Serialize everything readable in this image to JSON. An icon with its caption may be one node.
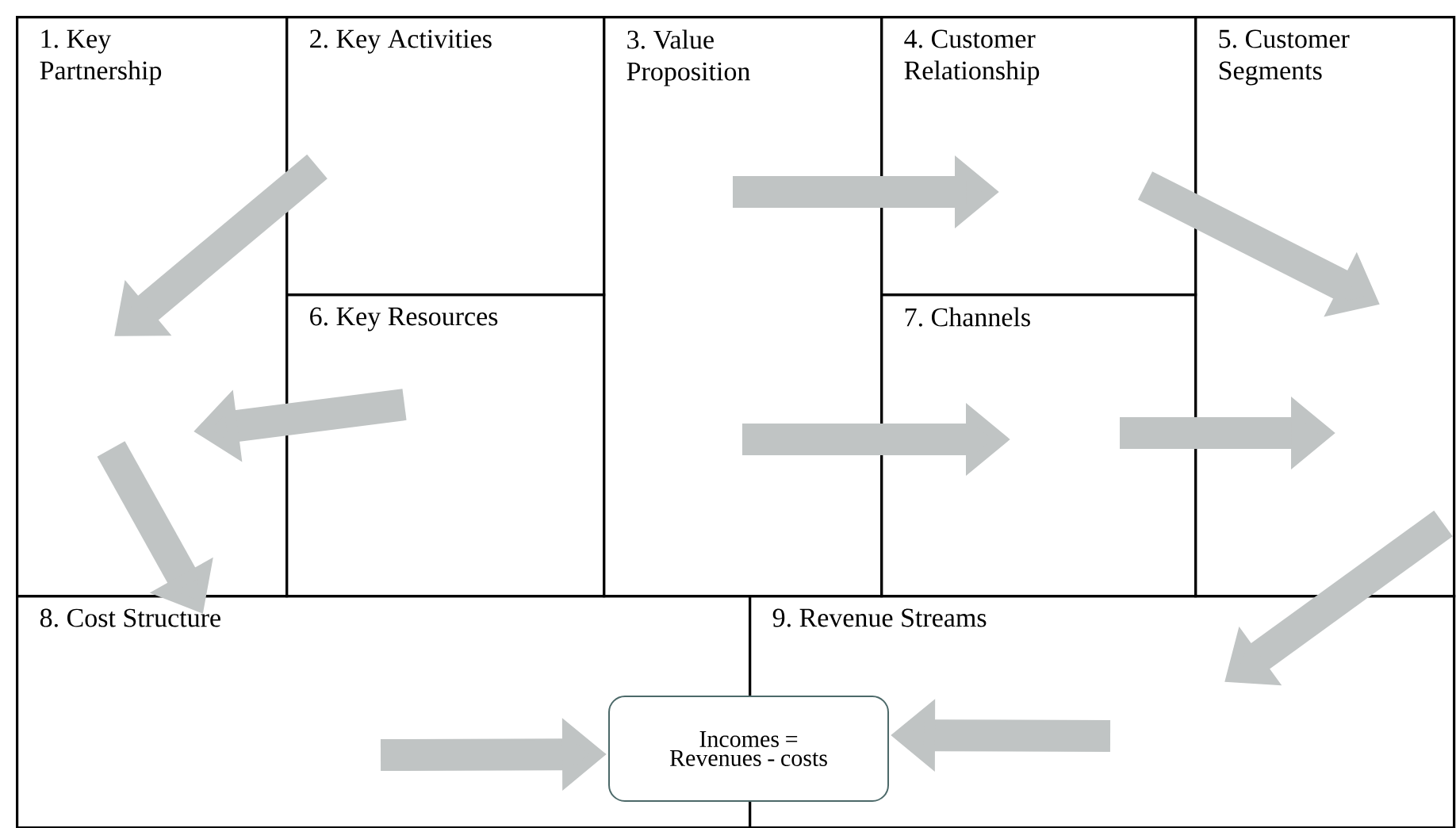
{
  "diagram": {
    "nodes": [
      {
        "text": [
          "1. Key Partnership"
        ]
      },
      {
        "text": [
          "2. Key Activities"
        ]
      },
      {
        "text": [
          "3. Value Proposition"
        ]
      },
      {
        "text": [
          "4. Customer Relationship"
        ]
      },
      {
        "text": [
          "5. Customer Segments"
        ]
      },
      {
        "text": [
          "6. Key Resources"
        ]
      },
      {
        "text": [
          "7. Channels"
        ]
      },
      {
        "text": [
          "8. Cost Structure"
        ]
      },
      {
        "text": [
          "9. Revenue Streams"
        ]
      },
      {
        "text": [
          "Incomes = Revenues - costs"
        ]
      }
    ],
    "edges": [
      {
        "from": 1,
        "to": 0,
        "arrow": "to"
      },
      {
        "from": 5,
        "to": 0,
        "arrow": "to"
      },
      {
        "from": 0,
        "to": 7,
        "arrow": "to"
      },
      {
        "from": 2,
        "to": 3,
        "arrow": "to"
      },
      {
        "from": 3,
        "to": 4,
        "arrow": "to"
      },
      {
        "from": 2,
        "to": 6,
        "arrow": "to"
      },
      {
        "from": 6,
        "to": 4,
        "arrow": "to"
      },
      {
        "from": 4,
        "to": 8,
        "arrow": "to"
      },
      {
        "from": 7,
        "to": 9,
        "arrow": "to"
      },
      {
        "from": 8,
        "to": 9,
        "arrow": "to"
      }
    ]
  }
}
